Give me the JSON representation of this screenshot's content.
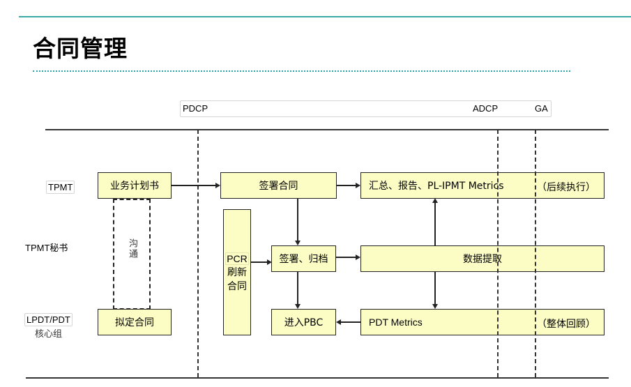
{
  "page": {
    "title": "合同管理"
  },
  "milestones": {
    "pdcp": "PDCP",
    "adcp": "ADCP",
    "ga": "GA"
  },
  "roles": {
    "tpmt": "TPMT",
    "tpmt_secretary": "TPMT秘书",
    "lpdt_line1": "LPDT/PDT",
    "lpdt_line2": "核心组"
  },
  "boxes": {
    "business_plan": "业务计划书",
    "draft_contract": "拟定合同",
    "communication": "沟通",
    "sign_contract": "签署合同",
    "pcr_line1": "PCR",
    "pcr_line2": "刷新",
    "pcr_line3": "合同",
    "sign_archive": "签署、归档",
    "enter_pbc": "进入PBC",
    "summary_report": "汇总、报告、PL-IPMT Metrics",
    "follow_up": "（后续执行）",
    "data_extraction": "数据提取",
    "pdt_metrics": "PDT Metrics",
    "overall_review": "（整体回顾）"
  },
  "colors": {
    "box_fill": "#fcfcc5",
    "accent": "#2aa5a5"
  }
}
